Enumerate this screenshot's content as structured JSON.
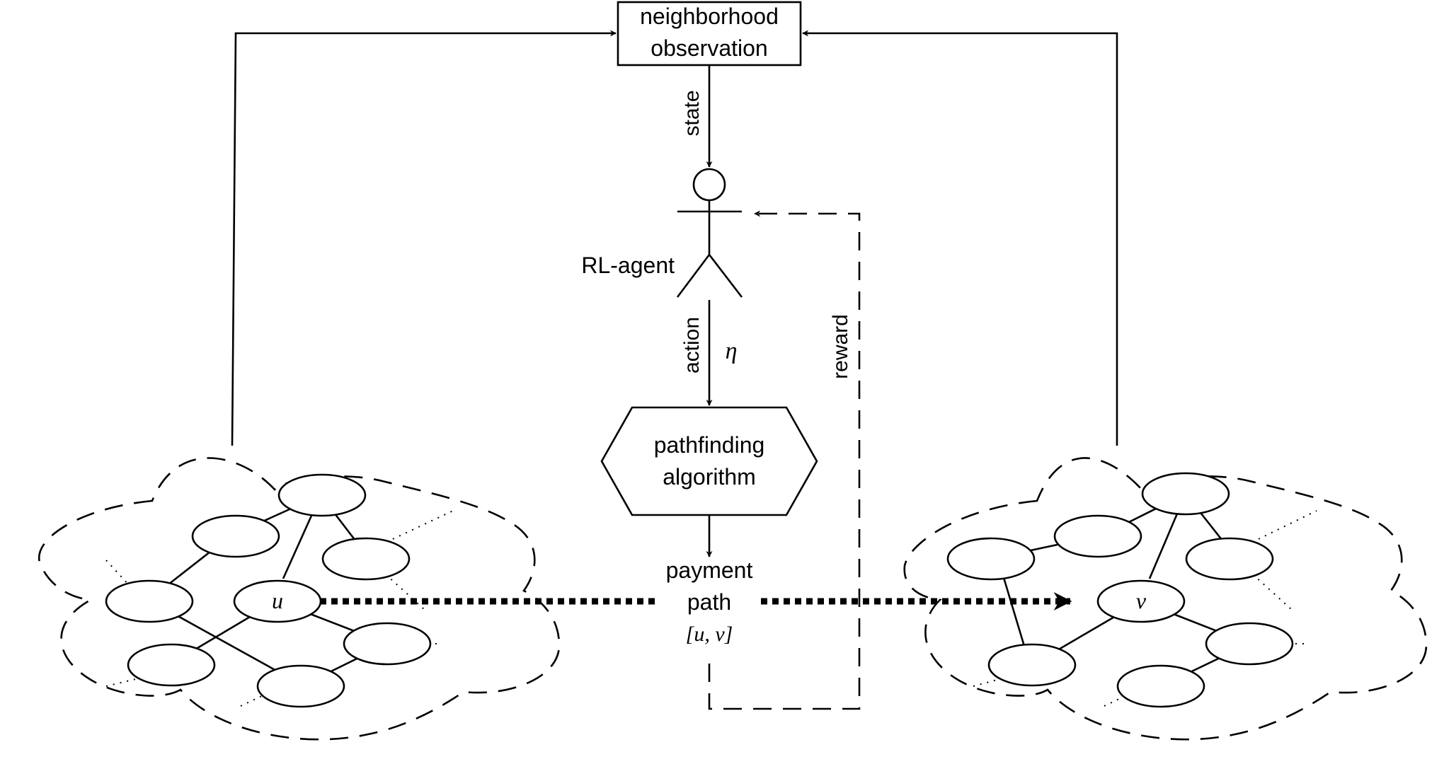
{
  "diagram": {
    "observation_box": {
      "line1": "neighborhood",
      "line2": "observation"
    },
    "state_label": "state",
    "agent_label": "RL-agent",
    "action_label": "action",
    "eta_symbol": "η",
    "reward_label": "reward",
    "pathfinding_box": {
      "line1": "pathfinding",
      "line2": "algorithm"
    },
    "payment_path": {
      "line1": "payment",
      "line2": "path",
      "value": "[u, v]"
    },
    "left_network": {
      "source_node_label": "u"
    },
    "right_network": {
      "target_node_label": "v"
    }
  }
}
